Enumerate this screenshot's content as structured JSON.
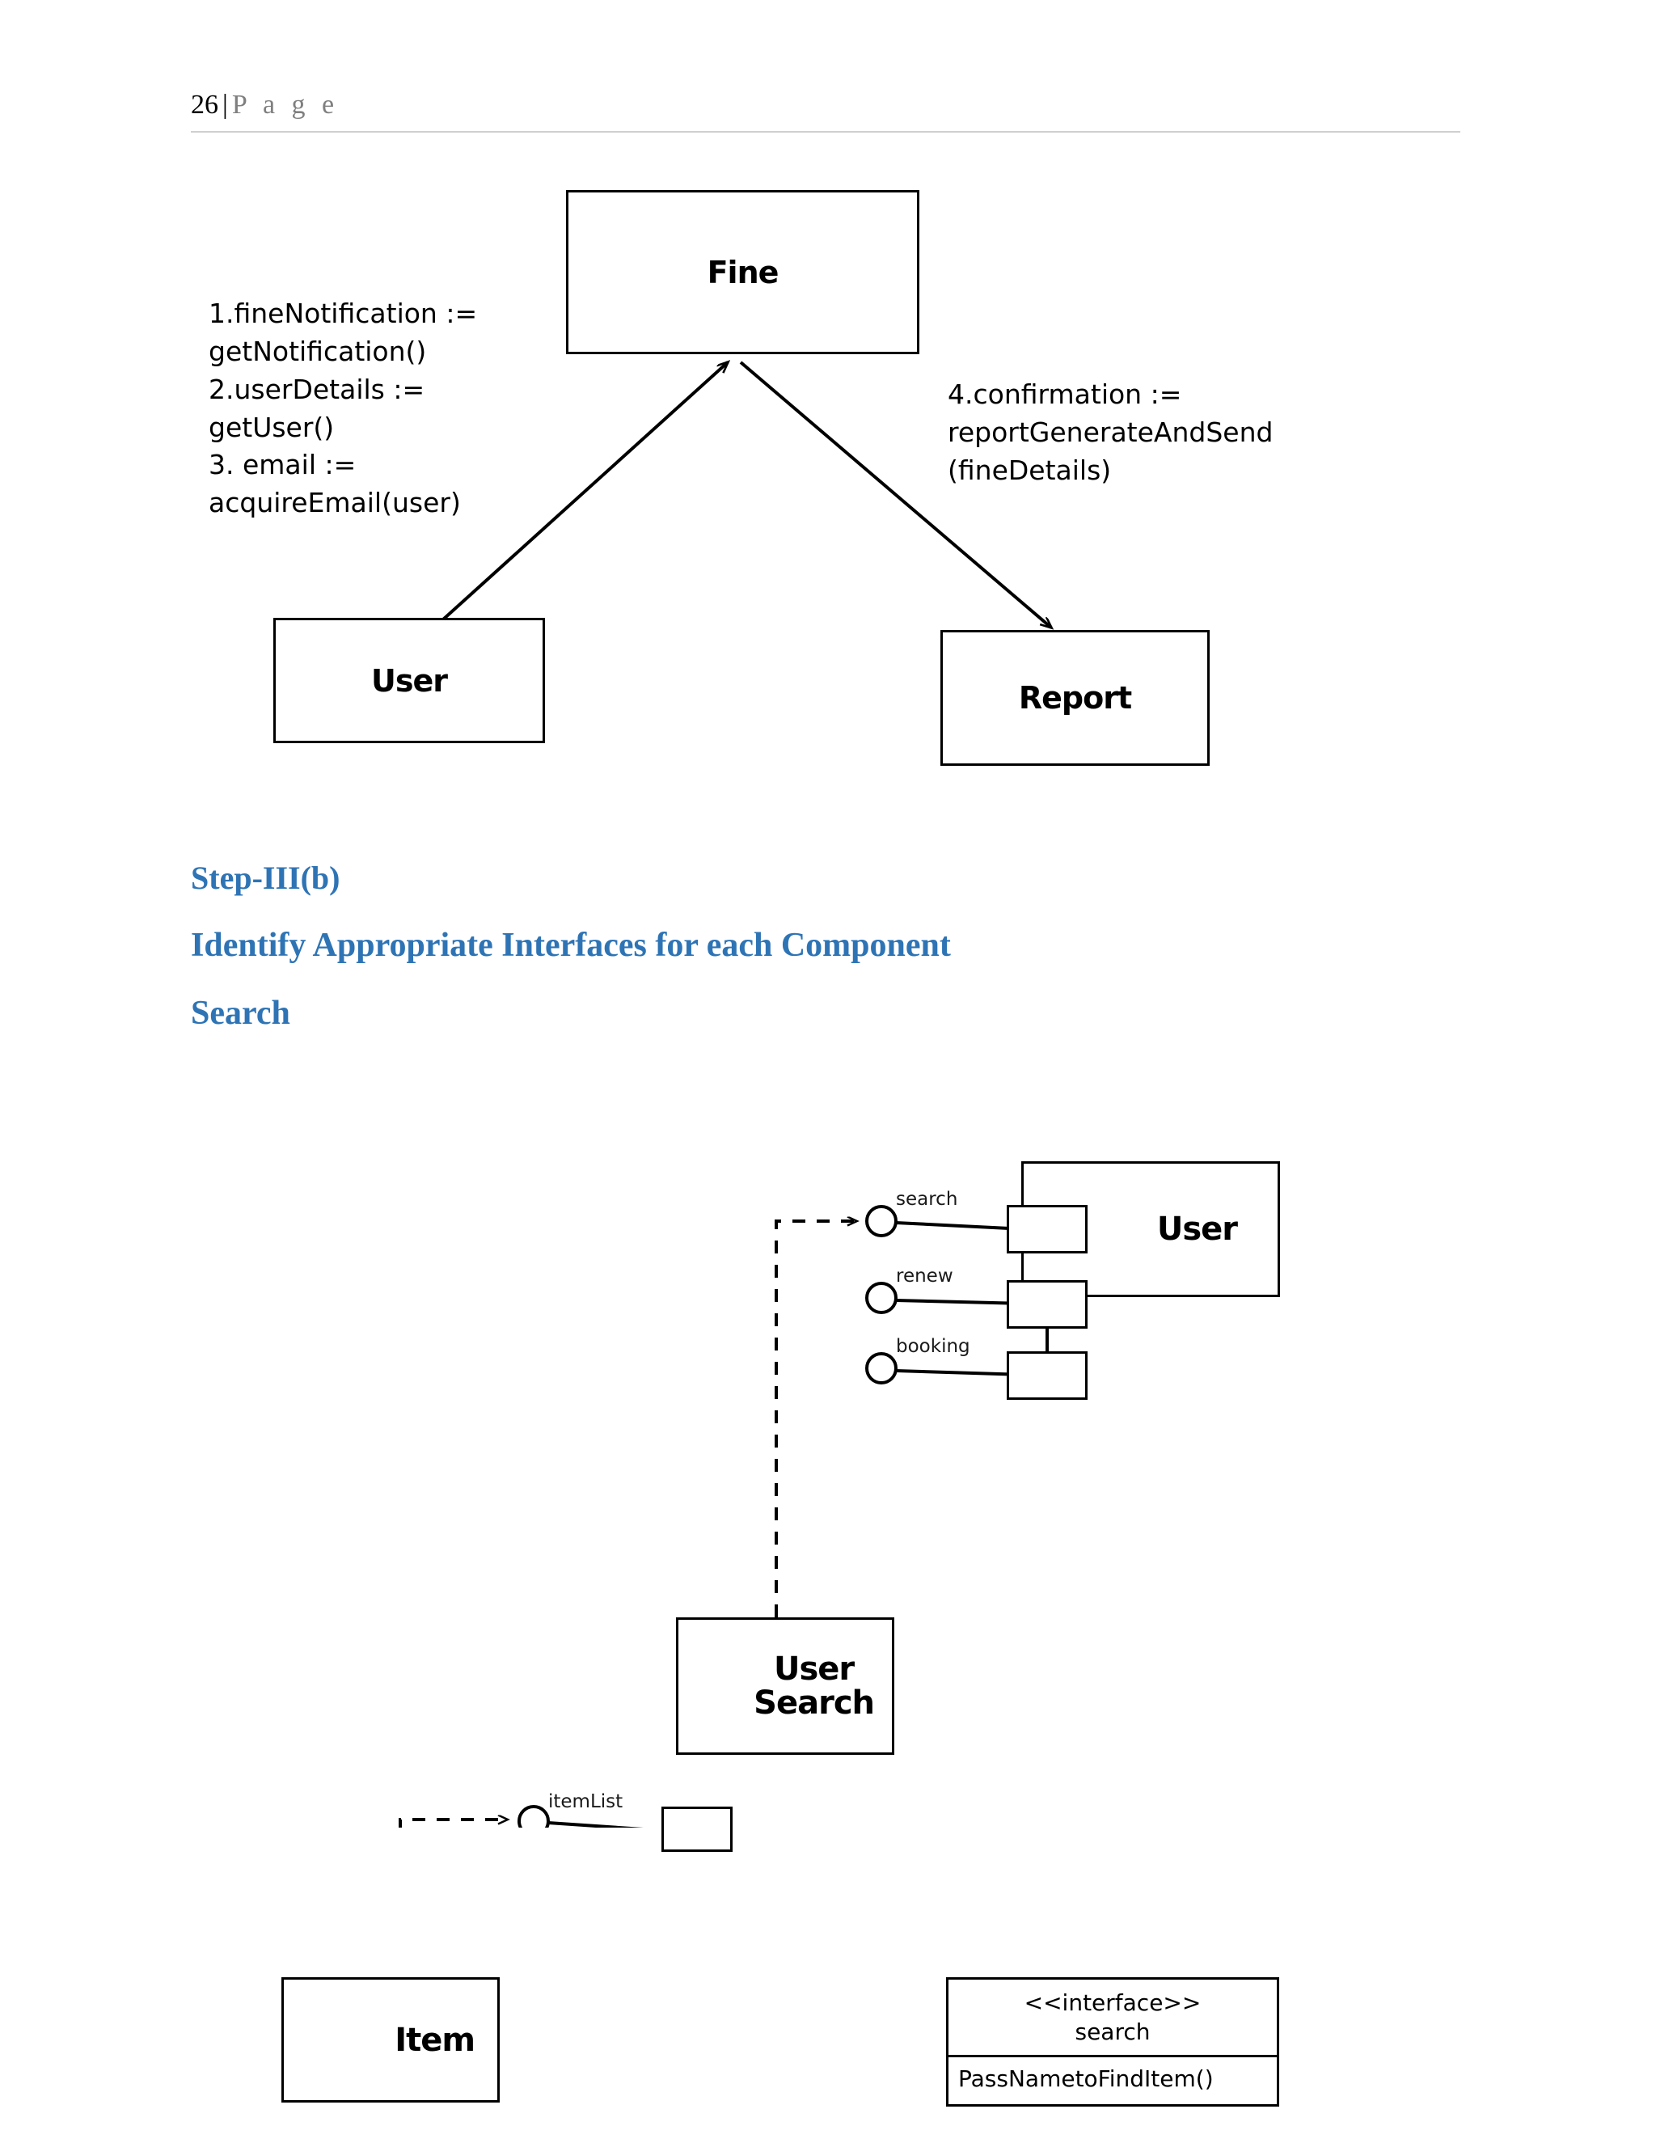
{
  "header": {
    "page_number": "26",
    "separator": "|",
    "page_word": "P a g e"
  },
  "collaboration_diagram": {
    "nodes": [
      {
        "id": "fine",
        "label": "Fine"
      },
      {
        "id": "user",
        "label": "User"
      },
      {
        "id": "report",
        "label": "Report"
      }
    ],
    "annotations": {
      "left": "1.fineNotification :=\ngetNotification()\n2.userDetails :=\ngetUser()\n3. email :=\nacquireEmail(user)",
      "right": "4.confirmation :=\nreportGenerateAndSend\n(fineDetails)"
    },
    "messages": [
      {
        "number": "1",
        "text": "fineNotification := getNotification()"
      },
      {
        "number": "2",
        "text": "userDetails := getUser()"
      },
      {
        "number": "3",
        "text": "email := acquireEmail(user)"
      },
      {
        "number": "4",
        "text": "confirmation := reportGenerateAndSend(fineDetails)"
      }
    ]
  },
  "headings": {
    "step": "Step-III(b)",
    "identify": "Identify Appropriate Interfaces for each Component",
    "search": "Search",
    "color": "#2e74b5"
  },
  "component_diagram": {
    "components": [
      {
        "id": "user",
        "label": "User"
      },
      {
        "id": "user-search",
        "label": "User\nSearch"
      },
      {
        "id": "item",
        "label": "Item"
      }
    ],
    "interfaces": [
      {
        "name": "search",
        "provider": "user"
      },
      {
        "name": "renew",
        "provider": "user"
      },
      {
        "name": "booking",
        "provider": "user"
      },
      {
        "name": "itemList",
        "provider": "user-search"
      }
    ],
    "interface_class": {
      "stereotype": "<<interface>>",
      "name": "search",
      "operations": [
        "PassNametoFindItem()"
      ]
    }
  }
}
